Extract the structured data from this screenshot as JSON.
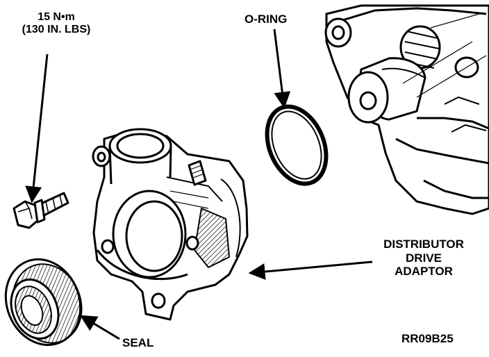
{
  "labels": {
    "torque_line1": "15 N•m",
    "torque_line2": "(130 IN. LBS)",
    "oring": "O-RING",
    "distributor_line1": "DISTRIBUTOR",
    "distributor_line2": "DRIVE",
    "distributor_line3": "ADAPTOR",
    "seal": "SEAL",
    "figure_code": "RR09B25"
  },
  "colors": {
    "ink": "#000000",
    "paper": "#ffffff"
  }
}
